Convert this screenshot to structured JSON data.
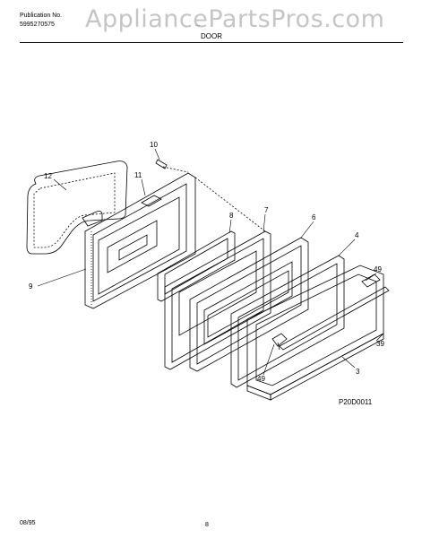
{
  "header": {
    "publication_label": "Publication No.",
    "publication_number": "5995270575",
    "model_fragment": "...",
    "section_title": "DOOR",
    "watermark": "AppliancePartsPros.com"
  },
  "callouts": {
    "c10": "10",
    "c12": "12",
    "c11": "11",
    "c8": "8",
    "c7": "7",
    "c6": "6",
    "c4": "4",
    "c9": "9",
    "c49a": "49",
    "c39": "39",
    "c49b": "49",
    "c3": "3"
  },
  "diagram_code": "P20D0011",
  "footer": {
    "date": "08/95",
    "page": "8"
  }
}
